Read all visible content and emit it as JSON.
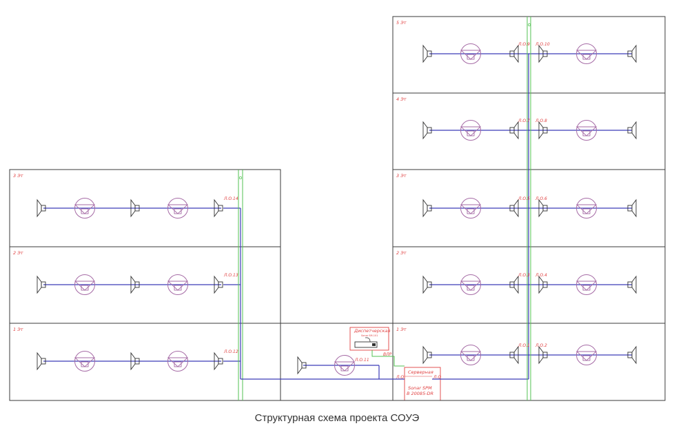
{
  "caption": "Структурная схема проекта СОУЭ",
  "colors": {
    "outline": "#3a3a3a",
    "speaker": "#303030",
    "horn": "#a56aa5",
    "line": "#3a3ab8",
    "riser": "#52c152",
    "label": "#e04040"
  },
  "icons": {
    "speaker": "speaker-icon",
    "horn": "horn-speaker-icon",
    "console": "microphone-console-icon"
  },
  "left_block": {
    "floors": [
      {
        "label": "3 Эт",
        "line": "Л.О.14"
      },
      {
        "label": "2 Эт",
        "line": "Л.О.13"
      },
      {
        "label": "1 Эт",
        "line": "Л.О.12"
      }
    ]
  },
  "right_block": {
    "floors": [
      {
        "label": "5 Эт",
        "line_left": "Л.О.9",
        "line_right": "Л.О.10"
      },
      {
        "label": "4 Эт",
        "line_left": "Л.О.7",
        "line_right": "Л.О.8"
      },
      {
        "label": "3 Эт",
        "line_left": "Л.О.5",
        "line_right": "Л.О.6"
      },
      {
        "label": "2 Эт",
        "line_left": "Л.О.3",
        "line_right": "Л.О.4"
      },
      {
        "label": "1 Эт",
        "line_left": "Л.О.1",
        "line_right": "Л.О.2"
      }
    ]
  },
  "middle": {
    "line": "Л.О.11",
    "dispatch": {
      "title": "Диспетчерская",
      "sub": "Sonar SM-101"
    },
    "server": {
      "title": "Серверная",
      "device_line1": "Sonar SPM",
      "device_line2": "B 20085-DR"
    },
    "links": {
      "to_left": "Л.О",
      "to_right": "Л.О",
      "mic": "ВЛР"
    }
  }
}
